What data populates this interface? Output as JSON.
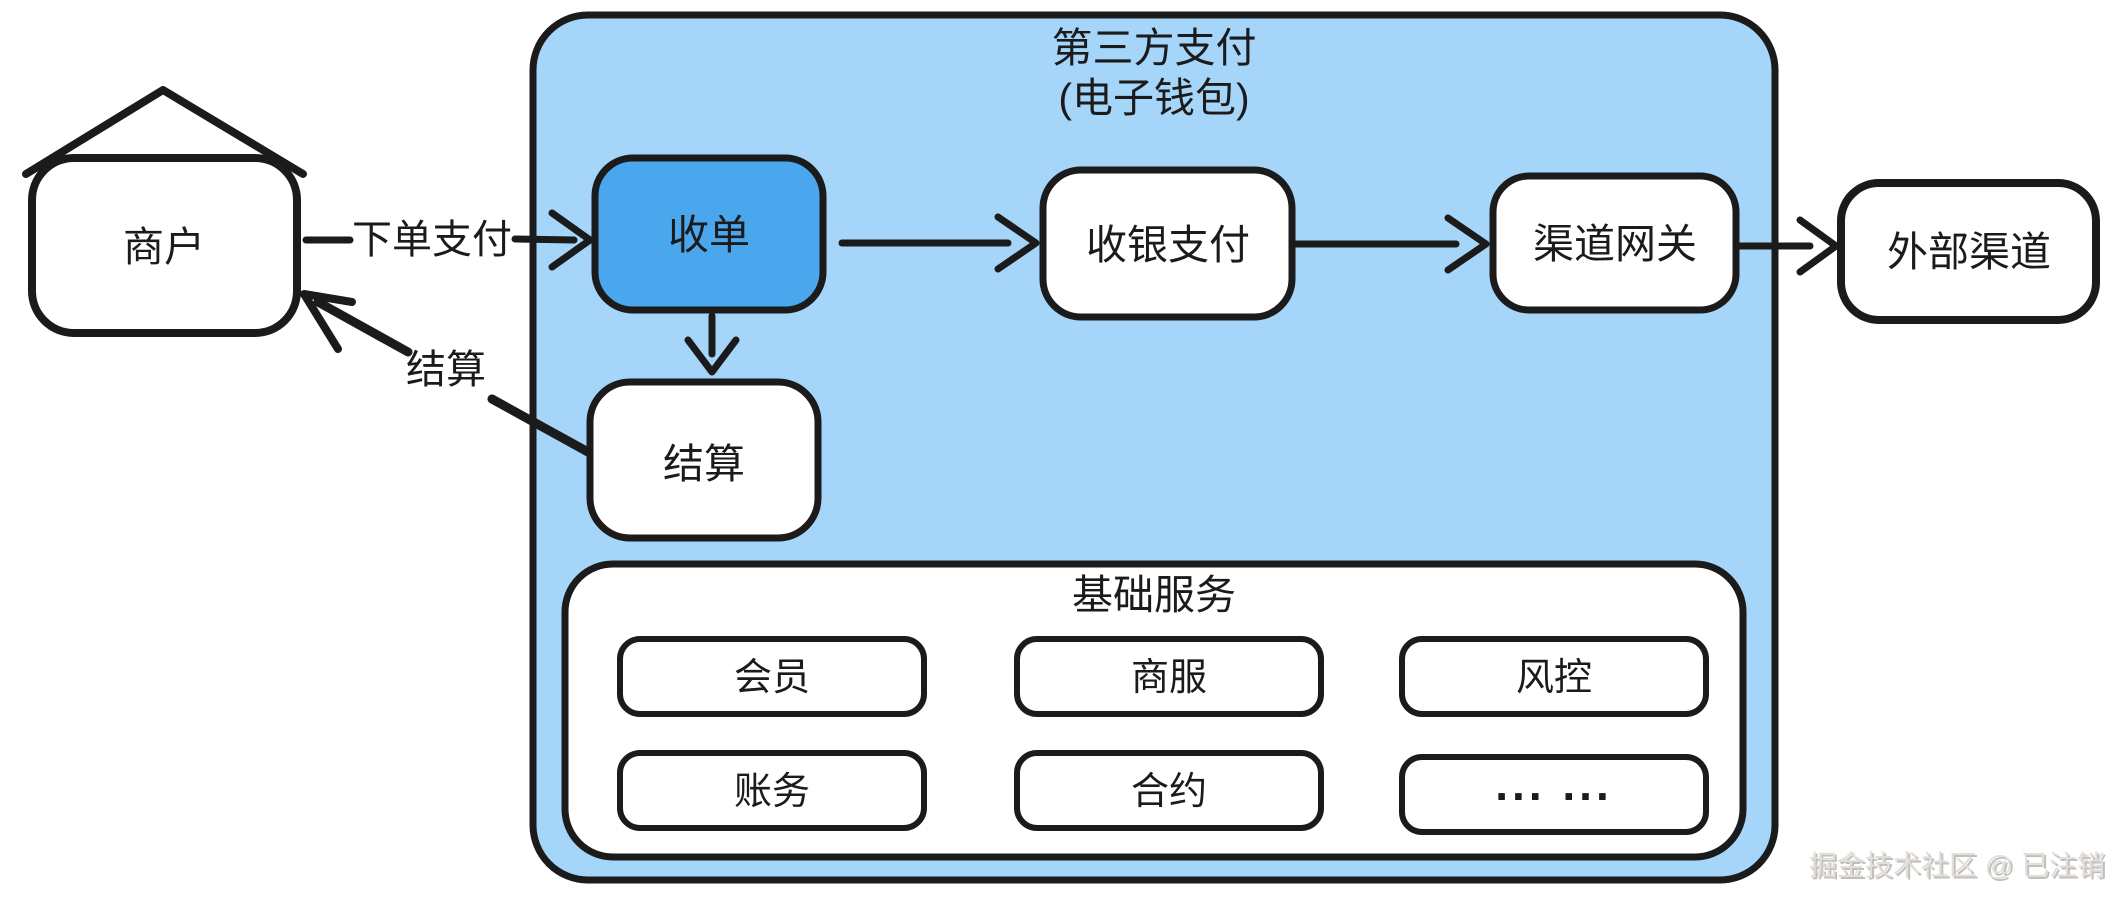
{
  "diagram": {
    "title_line1": "第三方支付",
    "title_line2": "(电子钱包)",
    "nodes": {
      "merchant": "商户",
      "acquiring": "收单",
      "cashier_payment": "收银支付",
      "channel_gateway": "渠道网关",
      "external_channel": "外部渠道",
      "settlement": "结算"
    },
    "edge_labels": {
      "order_payment": "下单支付",
      "settlement": "结算"
    },
    "base_services": {
      "title": "基础服务",
      "items": [
        "会员",
        "商服",
        "风控",
        "账务",
        "合约",
        "... ..."
      ]
    },
    "colors": {
      "container_fill": "#a5d6fa",
      "highlight_fill": "#4aa7ed",
      "node_fill": "#ffffff",
      "stroke": "#1b1b1b"
    },
    "watermark": "掘金技术社区 @ 已注销"
  }
}
